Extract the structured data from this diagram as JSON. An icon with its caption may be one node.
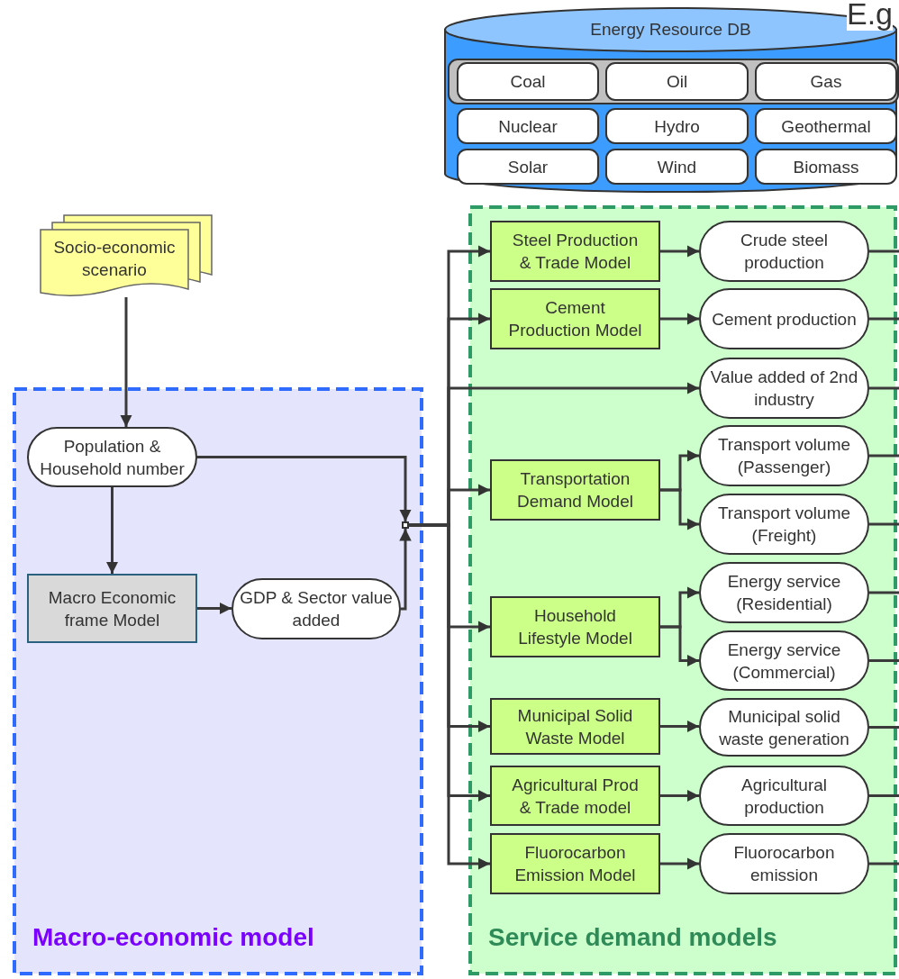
{
  "diagram": {
    "nodes": [
      {
        "text": [
          "Energy Resource DB"
        ]
      },
      {
        "text": [
          "Coal"
        ],
        "in": 0
      },
      {
        "text": [
          "Oil"
        ],
        "in": 0
      },
      {
        "text": [
          "Gas"
        ],
        "in": 0
      },
      {
        "text": [
          "Nuclear"
        ],
        "in": 0
      },
      {
        "text": [
          "Hydro"
        ],
        "in": 0
      },
      {
        "text": [
          "Geothermal"
        ],
        "in": 0
      },
      {
        "text": [
          "Solar"
        ],
        "in": 0
      },
      {
        "text": [
          "Wind"
        ],
        "in": 0
      },
      {
        "text": [
          "Biomass"
        ],
        "in": 0
      },
      {
        "text": [
          "Socio-economic scenario"
        ]
      },
      {
        "text": [
          "Macro-economic model"
        ]
      },
      {
        "text": [
          "Population & Household number"
        ],
        "in": 11
      },
      {
        "text": [
          "Macro Economic frame Model"
        ],
        "in": 11
      },
      {
        "text": [
          "GDP & Sector value added"
        ],
        "in": 11
      },
      {
        "text": [],
        "shape": "box",
        "in": 11
      },
      {
        "text": [
          "Service demand models"
        ]
      },
      {
        "text": [
          "Steel Production & Trade Model"
        ],
        "in": 16
      },
      {
        "text": [
          "Crude steel production"
        ],
        "in": 16
      },
      {
        "text": [
          "Cement Production Model"
        ],
        "in": 16
      },
      {
        "text": [
          "Cement production"
        ],
        "in": 16
      },
      {
        "text": [
          "Value added of 2nd industry"
        ],
        "in": 16
      },
      {
        "text": [
          "Transportation Demand Model"
        ],
        "in": 16
      },
      {
        "text": [
          "Transport volume (Passenger)"
        ],
        "in": 16
      },
      {
        "text": [
          "Transport volume (Freight)"
        ],
        "in": 16
      },
      {
        "text": [
          "Household Lifestyle Model"
        ],
        "in": 16
      },
      {
        "text": [
          "Energy service (Residential)"
        ],
        "in": 16
      },
      {
        "text": [
          "Energy service (Commercial)"
        ],
        "in": 16
      },
      {
        "text": [
          "Municipal Solid Waste Model"
        ],
        "in": 16
      },
      {
        "text": [
          "Municipal solid waste generation"
        ],
        "in": 16
      },
      {
        "text": [
          "Agricultural  Prod & Trade model"
        ],
        "in": 16
      },
      {
        "text": [
          "Agricultural production"
        ],
        "in": 16
      },
      {
        "text": [
          "Fluorocarbon Emission Model"
        ],
        "in": 16
      },
      {
        "text": [
          "Fluorocarbon emission"
        ],
        "in": 16
      }
    ],
    "edges": [
      {
        "from": 10,
        "to": 12,
        "arrow": "to"
      },
      {
        "from": 12,
        "to": 13,
        "arrow": "to"
      },
      {
        "from": 13,
        "to": 14,
        "arrow": "to"
      },
      {
        "from": 12,
        "to": 15,
        "arrow": "to"
      },
      {
        "from": 14,
        "to": 15,
        "arrow": "to"
      },
      {
        "from": 15,
        "to": 17,
        "arrow": "to"
      },
      {
        "from": 15,
        "to": 19,
        "arrow": "to"
      },
      {
        "from": 15,
        "to": 21,
        "arrow": "to"
      },
      {
        "from": 15,
        "to": 22,
        "arrow": "to"
      },
      {
        "from": 15,
        "to": 25,
        "arrow": "to"
      },
      {
        "from": 15,
        "to": 28,
        "arrow": "to"
      },
      {
        "from": 15,
        "to": 30,
        "arrow": "to"
      },
      {
        "from": 15,
        "to": 32,
        "arrow": "to"
      },
      {
        "from": 17,
        "to": 18,
        "arrow": "to"
      },
      {
        "from": 19,
        "to": 20,
        "arrow": "to"
      },
      {
        "from": 22,
        "to": 23,
        "arrow": "to"
      },
      {
        "from": 22,
        "to": 24,
        "arrow": "to"
      },
      {
        "from": 25,
        "to": 26,
        "arrow": "to"
      },
      {
        "from": 25,
        "to": 27,
        "arrow": "to"
      },
      {
        "from": 28,
        "to": 29,
        "arrow": "to"
      },
      {
        "from": 30,
        "to": 31,
        "arrow": "to"
      },
      {
        "from": 32,
        "to": 33,
        "arrow": "to"
      },
      {
        "from": 18,
        "to": null,
        "arrow": "none"
      },
      {
        "from": 20,
        "to": null,
        "arrow": "none"
      },
      {
        "from": 21,
        "to": null,
        "arrow": "none"
      },
      {
        "from": 23,
        "to": null,
        "arrow": "none"
      },
      {
        "from": 24,
        "to": null,
        "arrow": "none"
      },
      {
        "from": 26,
        "to": null,
        "arrow": "none"
      },
      {
        "from": 27,
        "to": null,
        "arrow": "none"
      },
      {
        "from": 29,
        "to": null,
        "arrow": "none"
      },
      {
        "from": 31,
        "to": null,
        "arrow": "none"
      },
      {
        "from": 33,
        "to": null,
        "arrow": "none"
      }
    ],
    "labels": [
      "E.g"
    ]
  }
}
